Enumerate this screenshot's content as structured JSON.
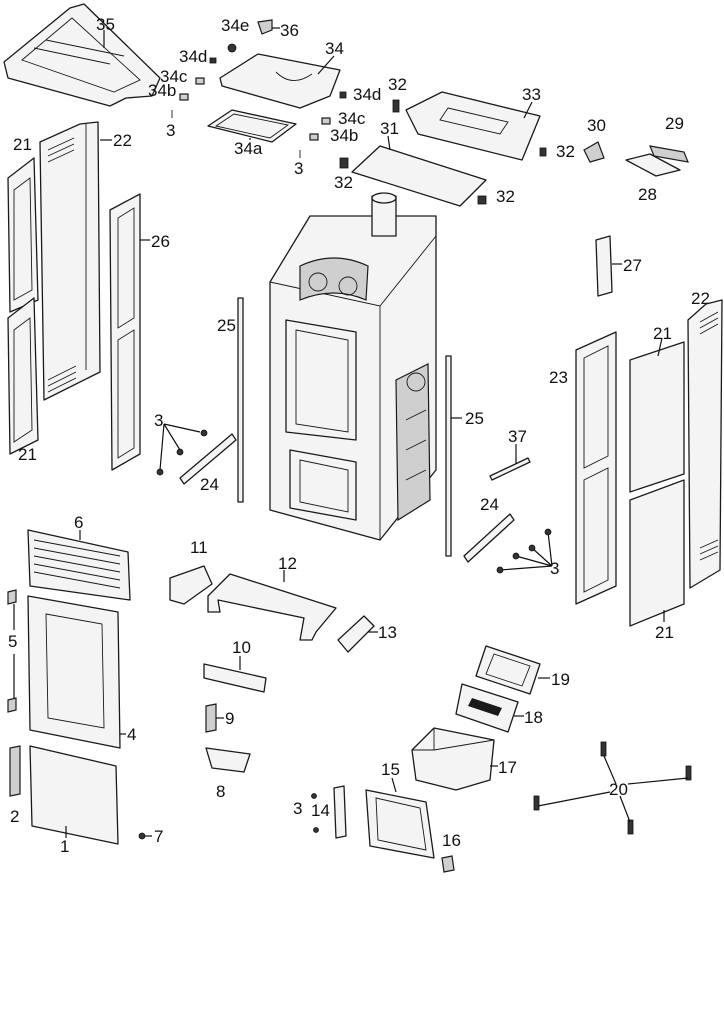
{
  "labels": {
    "l35": "35",
    "l34e": "34e",
    "l36": "36",
    "l34": "34",
    "l34d_a": "34d",
    "l34c_a": "34c",
    "l34b_a": "34b",
    "l3_a": "3",
    "l34a": "34a",
    "l34d_b": "34d",
    "l34c_b": "34c",
    "l34b_b": "34b",
    "l3_b": "3",
    "l32_a": "32",
    "l33": "33",
    "l31": "31",
    "l30": "30",
    "l29": "29",
    "l32_b": "32",
    "l32_c": "32",
    "l28": "28",
    "l32_d": "32",
    "l21_a": "21",
    "l22_a": "22",
    "l26": "26",
    "l21_b": "21",
    "l25_a": "25",
    "l3_c": "3",
    "l24_a": "24",
    "l27": "27",
    "l22_b": "22",
    "l21_c": "21",
    "l23": "23",
    "l25_b": "25",
    "l37": "37",
    "l24_b": "24",
    "l3_d": "3",
    "l21_d": "21",
    "l6": "6",
    "l11": "11",
    "l12": "12",
    "l5": "5",
    "l13": "13",
    "l4": "4",
    "l10": "10",
    "l19": "19",
    "l9": "9",
    "l18": "18",
    "l8": "8",
    "l17": "17",
    "l15": "15",
    "l20": "20",
    "l2": "2",
    "l3_e": "3",
    "l14": "14",
    "l7": "7",
    "l1": "1",
    "l16": "16"
  }
}
